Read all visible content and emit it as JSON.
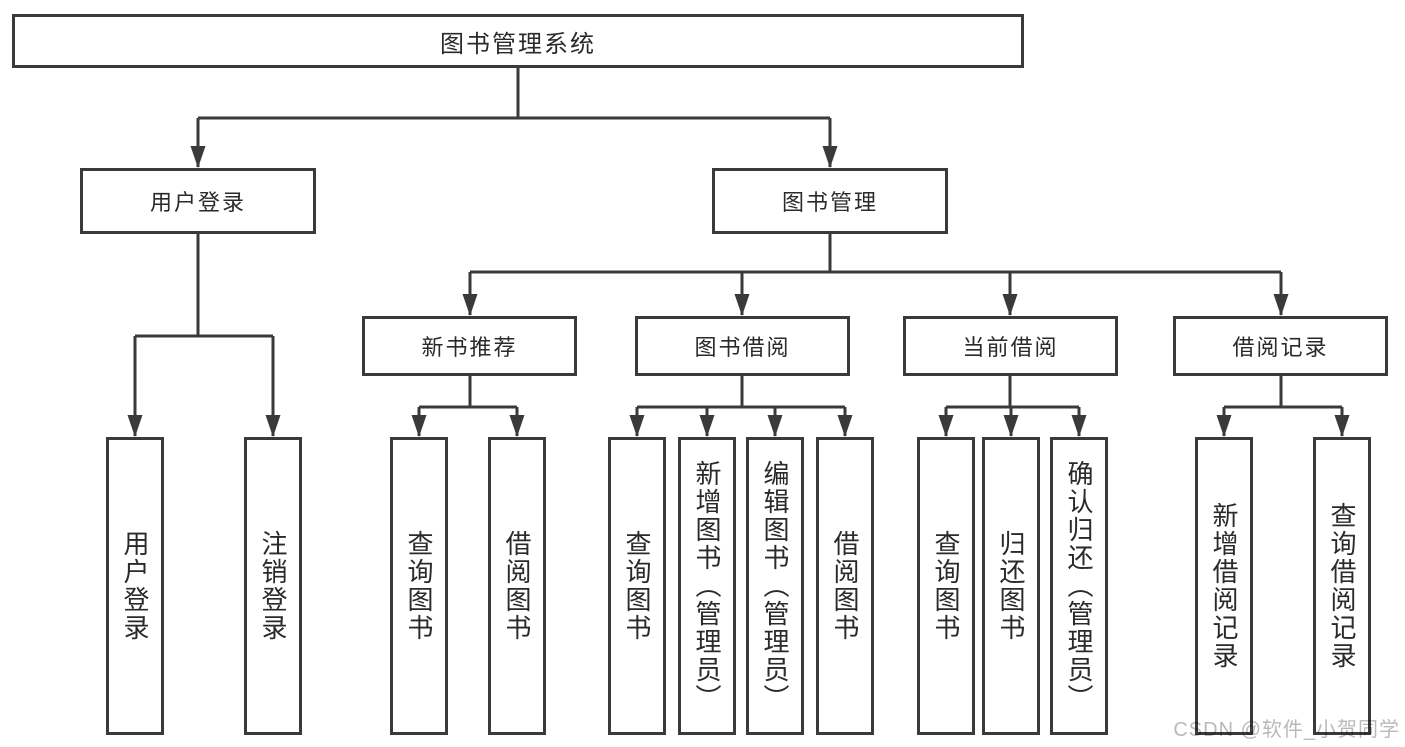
{
  "nodes": {
    "root": {
      "label": "图书管理系统"
    },
    "level2": [
      {
        "label": "用户登录"
      },
      {
        "label": "图书管理"
      }
    ],
    "level3": [
      {
        "label": "新书推荐"
      },
      {
        "label": "图书借阅"
      },
      {
        "label": "当前借阅"
      },
      {
        "label": "借阅记录"
      }
    ],
    "level4": [
      {
        "label": "用户登录"
      },
      {
        "label": "注销登录"
      },
      {
        "label": "查询图书"
      },
      {
        "label": "借阅图书"
      },
      {
        "label": "查询图书"
      },
      {
        "label": "新增图书（管理员）"
      },
      {
        "label": "编辑图书（管理员）"
      },
      {
        "label": "借阅图书"
      },
      {
        "label": "查询图书"
      },
      {
        "label": "归还图书"
      },
      {
        "label": "确认归还（管理员）"
      },
      {
        "label": "新增借阅记录"
      },
      {
        "label": "查询借阅记录"
      }
    ]
  },
  "watermark": {
    "text": "CSDN @软件_小贺同学"
  },
  "colors": {
    "line": "#3a3a3a",
    "text": "#2a2a2a",
    "watermark": "#b9b9b9",
    "background": "#ffffff"
  }
}
